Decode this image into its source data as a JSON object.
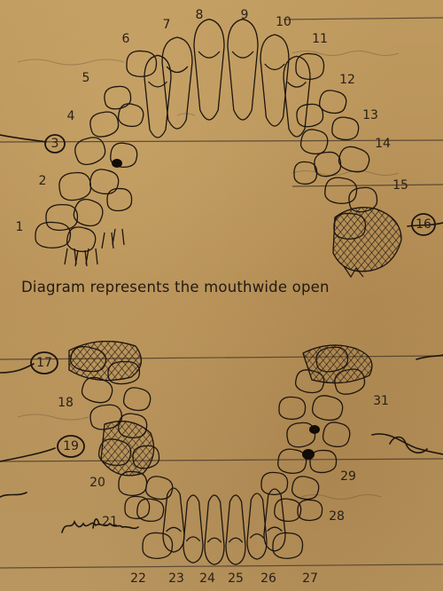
{
  "caption": "Diagram represents the mouthwide open",
  "upper_numbers": [
    "1",
    "2",
    "3",
    "4",
    "5",
    "6",
    "7",
    "8",
    "9",
    "10",
    "11",
    "12",
    "13",
    "14",
    "15",
    "16"
  ],
  "lower_numbers": [
    "17",
    "18",
    "19",
    "20",
    "21",
    "22",
    "23",
    "24",
    "25",
    "26",
    "27",
    "28",
    "29",
    "31"
  ],
  "circled_numbers": [
    "3",
    "16",
    "17",
    "19"
  ],
  "extracted_teeth": [
    "16",
    "17"
  ],
  "colors": {
    "paper": "#b8935a",
    "ink": "#221a12",
    "printed_line": "#3d3327"
  }
}
